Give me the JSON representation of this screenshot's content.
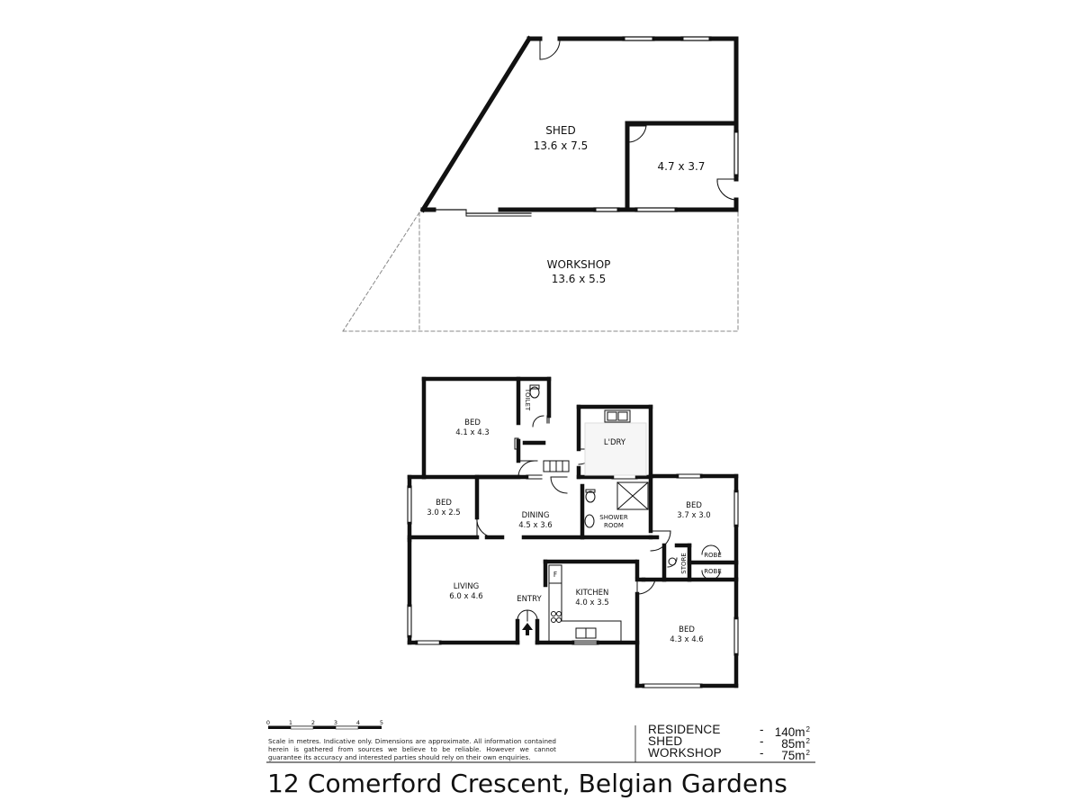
{
  "outbuilding": {
    "shed": {
      "name": "SHED",
      "dims": "13.6 x 7.5"
    },
    "room": {
      "dims": "4.7 x 3.7"
    },
    "workshop": {
      "name": "WORKSHOP",
      "dims": "13.6 x 5.5"
    }
  },
  "residence": {
    "bed1": {
      "name": "BED",
      "dims": "4.1 x 4.3"
    },
    "toilet": {
      "name": "TOILET"
    },
    "laundry": {
      "name": "L'DRY"
    },
    "bed2": {
      "name": "BED",
      "dims": "3.0 x 2.5"
    },
    "dining": {
      "name": "DINING",
      "dims": "4.5 x 3.6"
    },
    "shower": {
      "name_line1": "SHOWER",
      "name_line2": "ROOM"
    },
    "bed3": {
      "name": "BED",
      "dims": "3.7 x 3.0"
    },
    "robe1": {
      "name": "ROBE"
    },
    "robe2": {
      "name": "ROBE"
    },
    "store": {
      "name": "STORE"
    },
    "living": {
      "name": "LIVING",
      "dims": "6.0 x 4.6"
    },
    "entry": {
      "name": "ENTRY"
    },
    "kitchen": {
      "name": "KITCHEN",
      "dims": "4.0 x 3.5",
      "fridge": "F"
    },
    "bed4": {
      "name": "BED",
      "dims": "4.3 x 4.6"
    }
  },
  "scale": {
    "ticks": [
      "0",
      "1",
      "2",
      "3",
      "4",
      "5"
    ],
    "disclaimer": "Scale in metres. Indicative only. Dimensions are approximate. All information contained herein is gathered from sources we believe to be reliable. However we cannot guarantee its accuracy and interested parties should rely on their own enquiries."
  },
  "areas": [
    {
      "name": "RESIDENCE",
      "dash": "-",
      "value": "140m",
      "unit_sup": "2"
    },
    {
      "name": "SHED",
      "dash": "-",
      "value": "85m",
      "unit_sup": "2"
    },
    {
      "name": "WORKSHOP",
      "dash": "-",
      "value": "75m",
      "unit_sup": "2"
    }
  ],
  "address": "12 Comerford Crescent, Belgian Gardens"
}
